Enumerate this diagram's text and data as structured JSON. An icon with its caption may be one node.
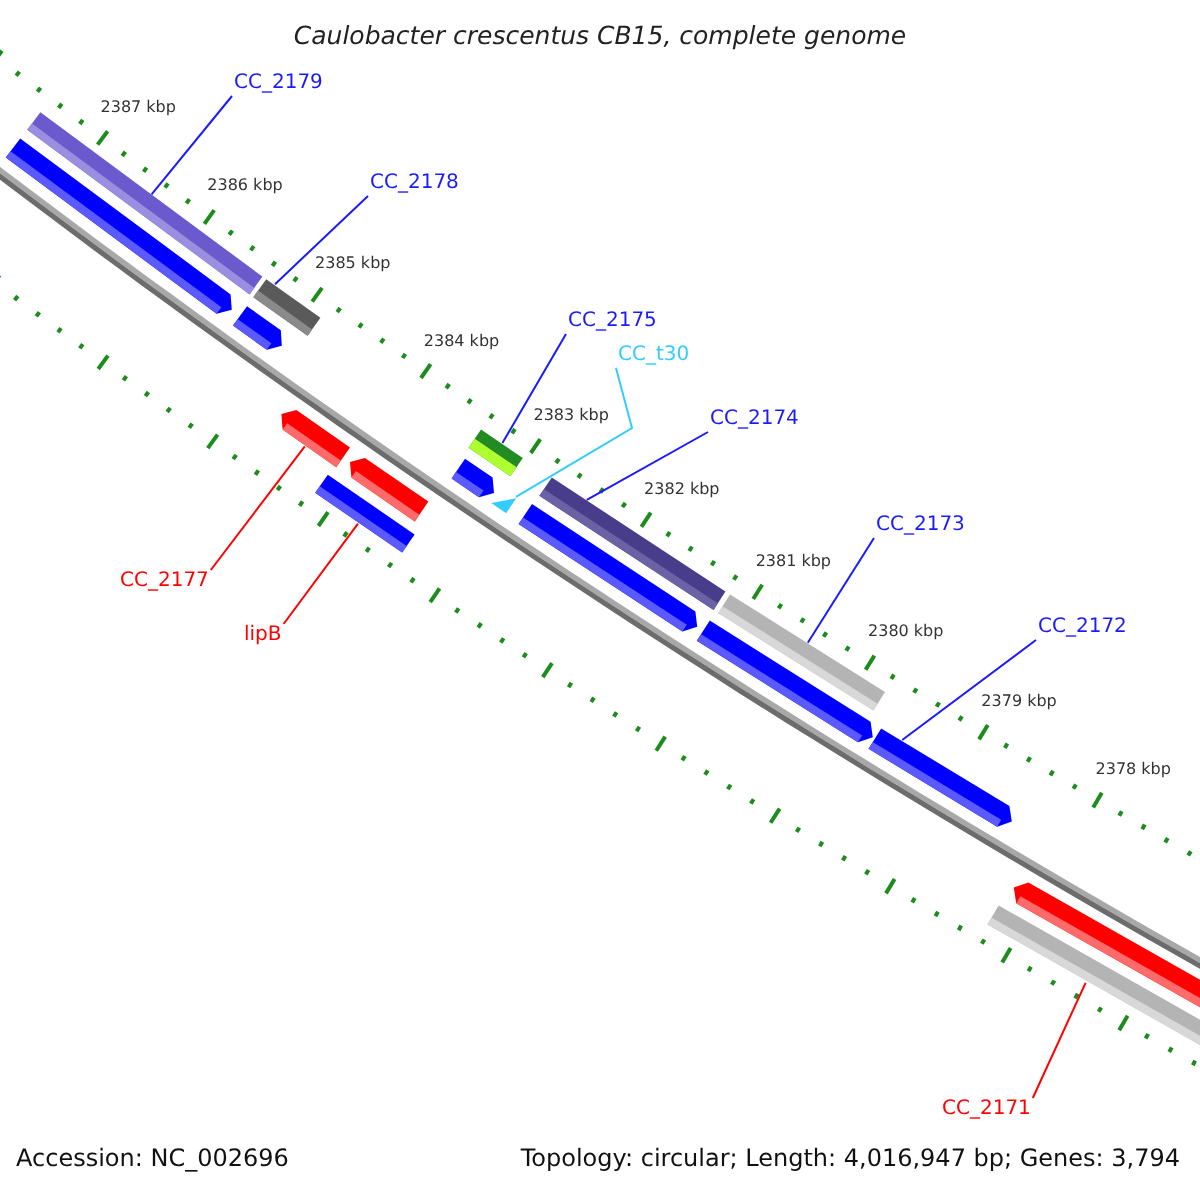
{
  "diagram": {
    "title": "Caulobacter crescentus CB15, complete genome",
    "nodes": [
      {
        "text": [
          "CC_2179"
        ]
      },
      {
        "text": [
          "CC_2178"
        ]
      },
      {
        "text": [
          "CC_2175"
        ]
      },
      {
        "text": [
          "CC_t30"
        ]
      },
      {
        "text": [
          "CC_2174"
        ]
      },
      {
        "text": [
          "CC_2173"
        ]
      },
      {
        "text": [
          "CC_2172"
        ]
      },
      {
        "text": [
          "CC_2177"
        ]
      },
      {
        "text": [
          "lipB"
        ]
      },
      {
        "text": [
          "CC_2171"
        ]
      },
      {
        "text": [],
        "shape": "bar"
      },
      {
        "text": [],
        "shape": "bar"
      },
      {
        "text": [],
        "shape": "bar"
      },
      {
        "text": [],
        "shape": "triangle"
      },
      {
        "text": [],
        "shape": "bar"
      },
      {
        "text": [],
        "shape": "bar"
      },
      {
        "text": [],
        "shape": "bar"
      },
      {
        "text": [],
        "shape": "bar"
      },
      {
        "text": [],
        "shape": "bar"
      },
      {
        "text": [],
        "shape": "bar"
      },
      {
        "text": [],
        "shape": "bar"
      },
      {
        "text": [],
        "shape": "bar"
      },
      {
        "text": [],
        "shape": "bar"
      },
      {
        "text": [],
        "shape": "bar"
      },
      {
        "text": [],
        "shape": "bar"
      },
      {
        "text": [],
        "shape": "bar"
      },
      {
        "text": [],
        "shape": "bar"
      }
    ],
    "edges": [
      {
        "from": 0,
        "to": 10,
        "arrow": "none"
      },
      {
        "from": 1,
        "to": 11,
        "arrow": "none"
      },
      {
        "from": 2,
        "to": 12,
        "arrow": "none"
      },
      {
        "from": 3,
        "to": 13,
        "arrow": "none",
        "color": "#33ccff"
      },
      {
        "from": 4,
        "to": 14,
        "arrow": "none"
      },
      {
        "from": 5,
        "to": 15,
        "arrow": "none"
      },
      {
        "from": 6,
        "to": 16,
        "arrow": "none"
      },
      {
        "from": 7,
        "to": 17,
        "arrow": "none",
        "color": "#ff0000"
      },
      {
        "from": 8,
        "to": 18,
        "arrow": "none",
        "color": "#ff0000"
      },
      {
        "from": 9,
        "to": 19,
        "arrow": "none",
        "color": "#ff0000"
      }
    ],
    "labels": [
      "2387 kbp",
      "2386 kbp",
      "2385 kbp",
      "2384 kbp",
      "2383 kbp",
      "2382 kbp",
      "2381 kbp",
      "2380 kbp",
      "2379 kbp",
      "2378 kbp",
      "Accession: NC_002696",
      "Topology: circular; Length: 4,016,947 bp; Genes: 3,794"
    ]
  }
}
